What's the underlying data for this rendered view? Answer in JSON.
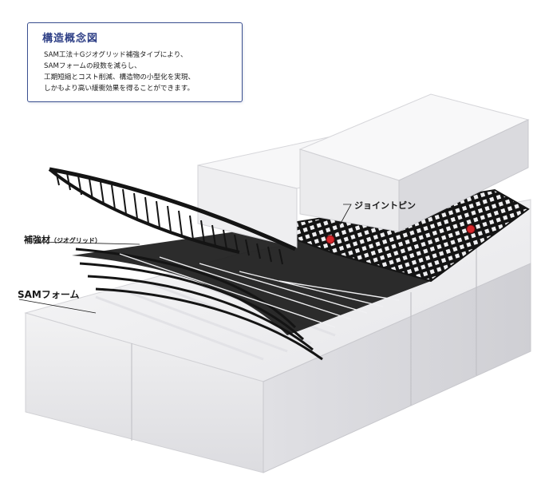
{
  "info": {
    "title": "構造概念図",
    "lines": [
      "SAM工法＋Gジオグリッド補強タイプにより、",
      "SAMフォームの段数を減らし、",
      "工期短縮とコスト削減、構造物の小型化を実現、",
      "しかもより高い緩衝効果を得ることができます。"
    ]
  },
  "labels": {
    "joint_pin": "ジョイントピン",
    "reinforcement": "補強材",
    "reinforcement_sub": "（ジオグリッド）",
    "sam_foam": "SAMフォーム"
  },
  "colors": {
    "title_blue": "#2e3f86",
    "frame_blue": "#3a4f8f",
    "grid_black": "#141414",
    "pin_red": "#d6262a",
    "foam_white": "#f4f4f5"
  }
}
